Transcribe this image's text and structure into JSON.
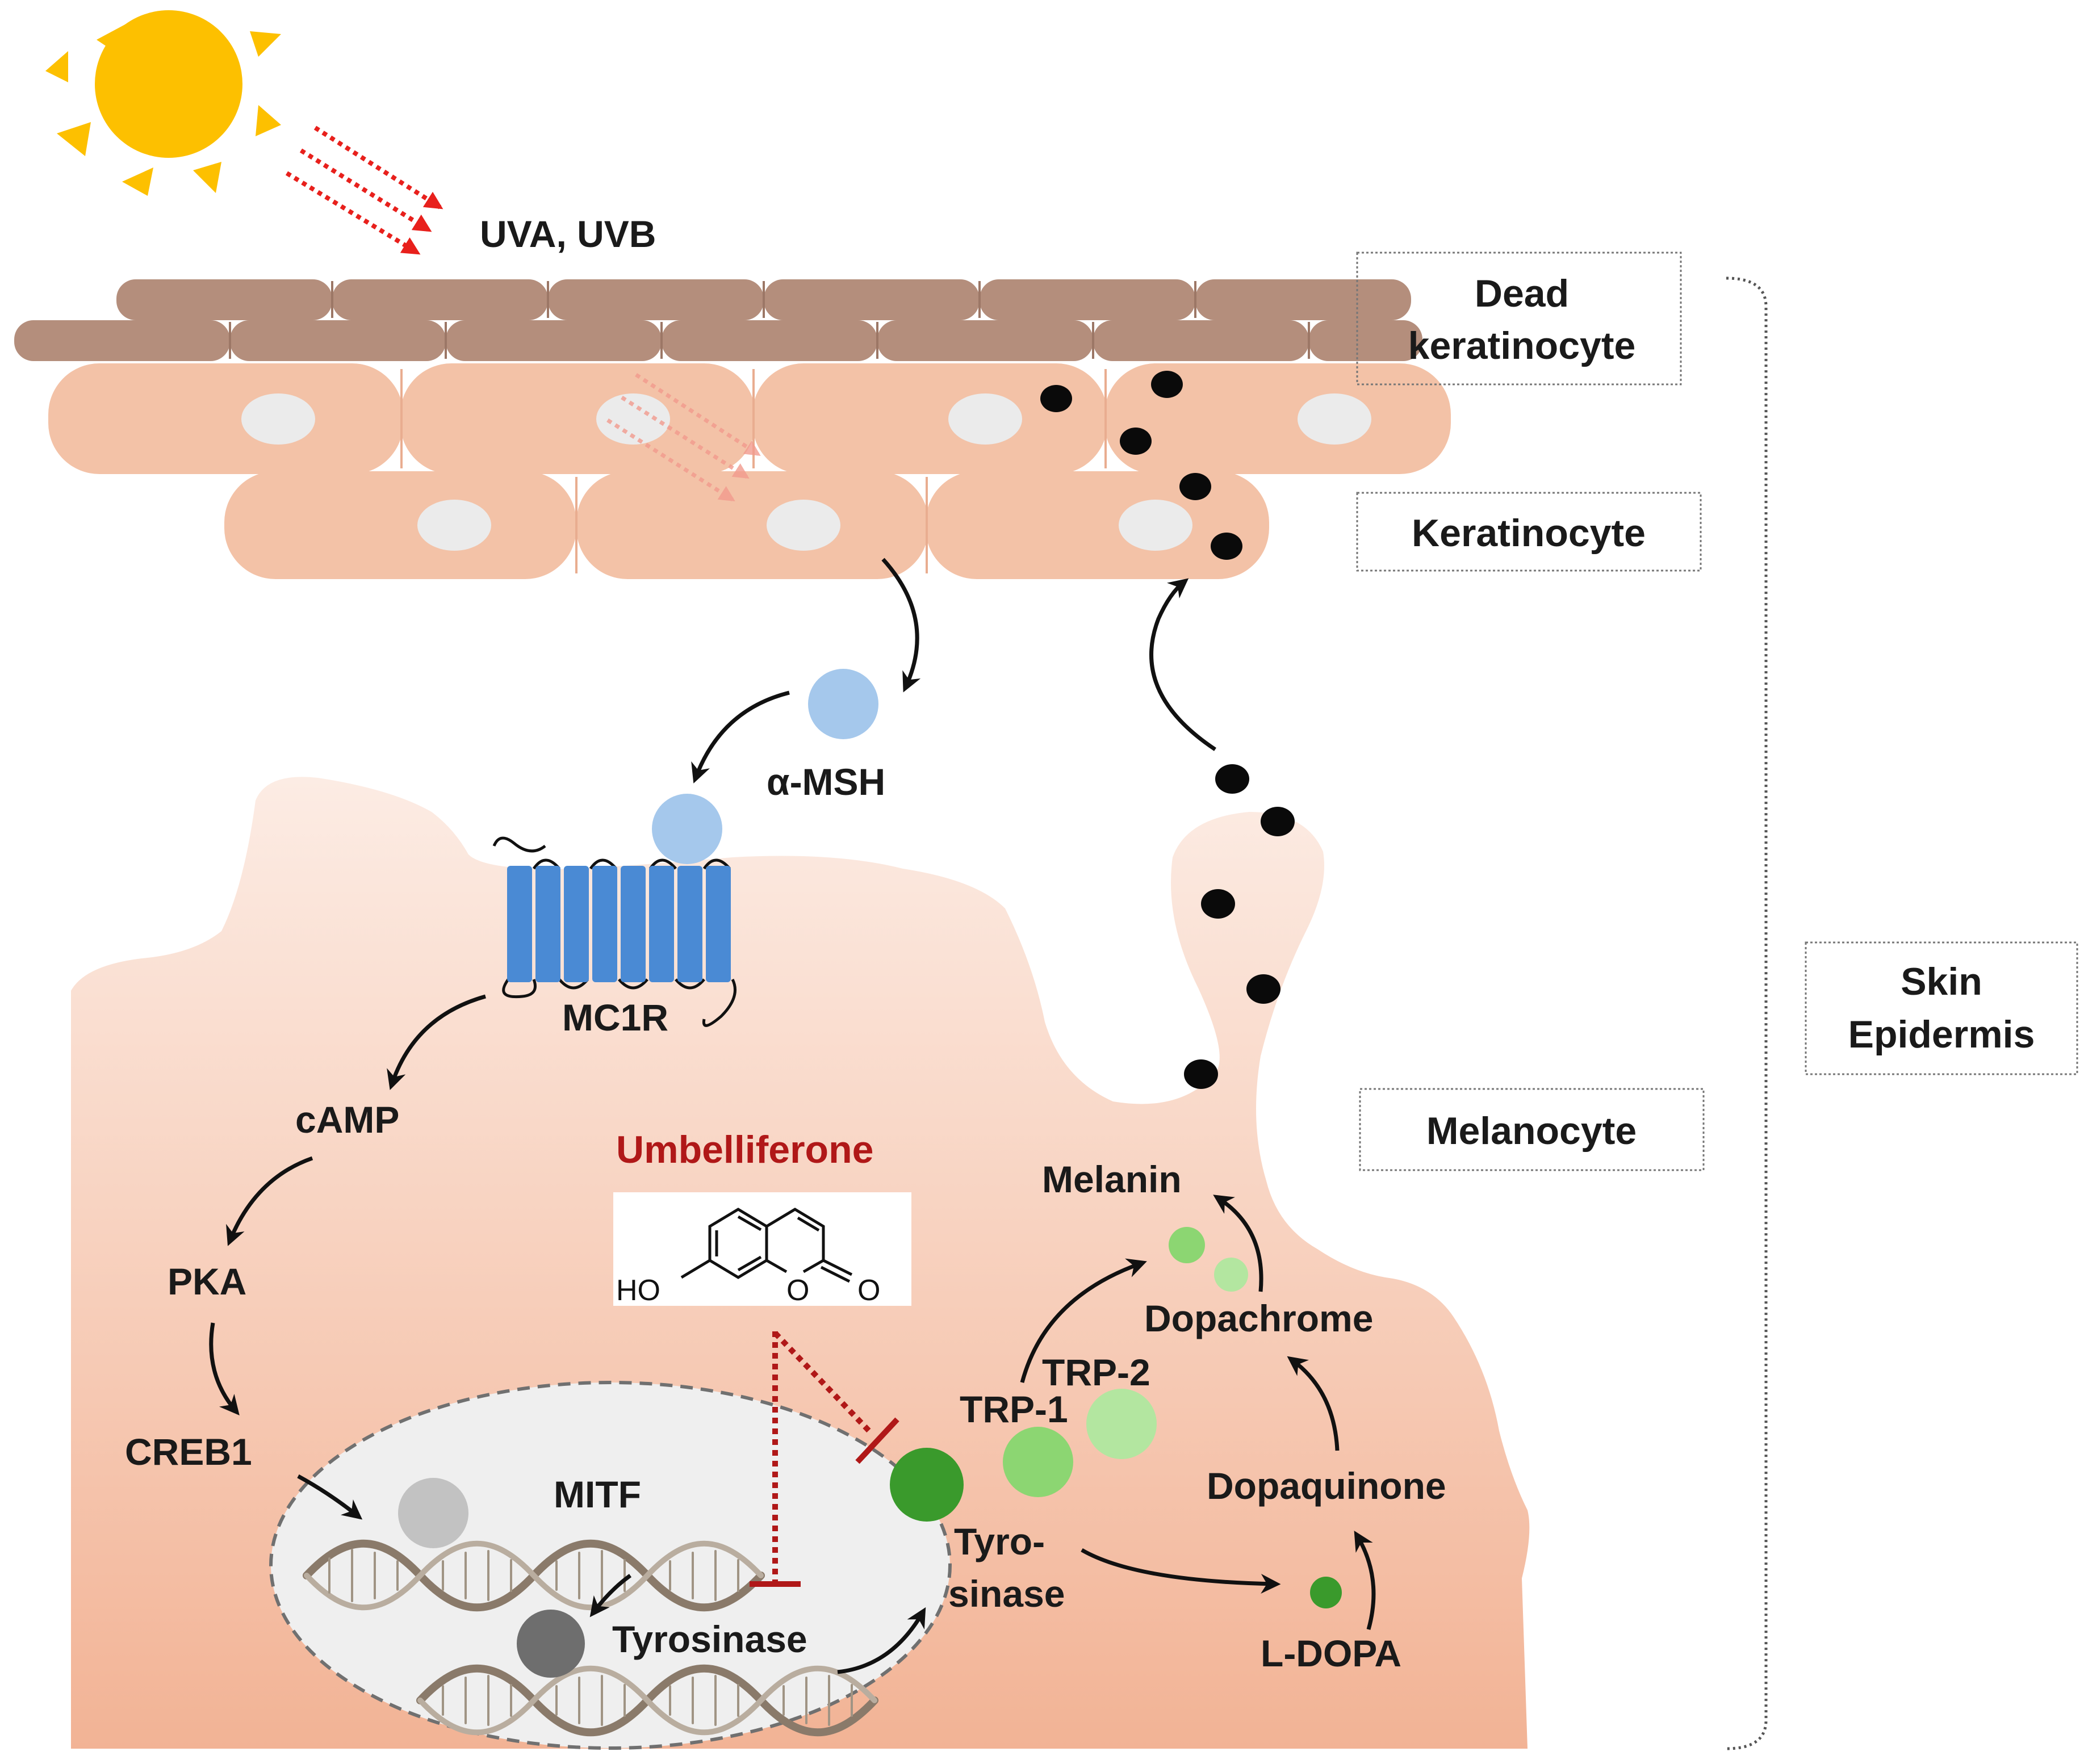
{
  "title": "",
  "labels": {
    "uv": "UVA, UVB",
    "msh": "α-MSH",
    "mc1r": "MC1R",
    "camp": "cAMP",
    "pka": "PKA",
    "creb1": "CREB1",
    "mitf": "MITF",
    "tyrosinase_gene": "Tyrosinase",
    "tyro_line1": "Tyro-",
    "tyro_line2": "sinase",
    "trp1": "TRP-1",
    "trp2": "TRP-2",
    "melanin": "Melanin",
    "dopachrome": "Dopachrome",
    "dopaquinone": "Dopaquinone",
    "ldopa": "L-DOPA",
    "umbelliferone": "Umbelliferone",
    "ho": "HO",
    "o_ring": "O",
    "o_carbonyl": "O"
  },
  "boxes": {
    "dead_line1": "Dead",
    "dead_line2": "keratinocyte",
    "keratinocyte": "Keratinocyte",
    "melanocyte": "Melanocyte",
    "skin_line1": "Skin",
    "skin_line2": "Epidermis"
  },
  "colors": {
    "sun": "#fdc000",
    "dead_cell": "#b48e7c",
    "keratinocyte": "#f3c2a7",
    "nucleus": "#ebebeb",
    "melanocyte_top": "#fbe8df",
    "melanocyte_bottom": "#f4b69a",
    "receptor": "#4a8ad4",
    "msh": "#a5c8ec",
    "tyrosinase": "#3a9a2c",
    "trp1": "#8cd672",
    "trp2": "#b3e6a0",
    "inhibitor": "#b01818",
    "uv_arrow": "#e8201c",
    "melanin_dot": "#0a0a0a"
  }
}
